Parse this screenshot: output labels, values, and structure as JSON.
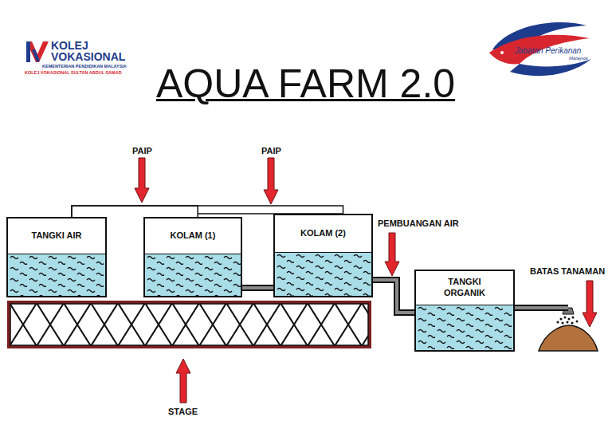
{
  "diagram": {
    "title": "AQUA FARM 2.0",
    "nodes": [
      {
        "text": [
          "TANGKI AIR"
        ]
      },
      {
        "text": [
          "KOLAM (1)"
        ]
      },
      {
        "text": [
          "KOLAM (2)"
        ]
      },
      {
        "text": [
          "TANGKI ORGANIK"
        ]
      }
    ],
    "edges": [
      {
        "from": 0,
        "to": 1,
        "arrow": "none"
      },
      {
        "from": 0,
        "to": 2,
        "arrow": "none"
      },
      {
        "from": 1,
        "to": 2,
        "arrow": "none"
      },
      {
        "from": 2,
        "to": 3,
        "arrow": "none"
      }
    ],
    "labels": [
      "KOLEJ VOKASIONAL",
      "KEMENTERIAN PENDIDIKAN MALAYSIA",
      "KOLEJ VOKASIONAL SULTAN ABDUL SAMAD",
      "Jabatan Perikanan",
      "Malaysia",
      "PAIP",
      "PAIP",
      "PEMBUANGAN AIR",
      "BATAS TANAMAN",
      "STAGE"
    ]
  }
}
